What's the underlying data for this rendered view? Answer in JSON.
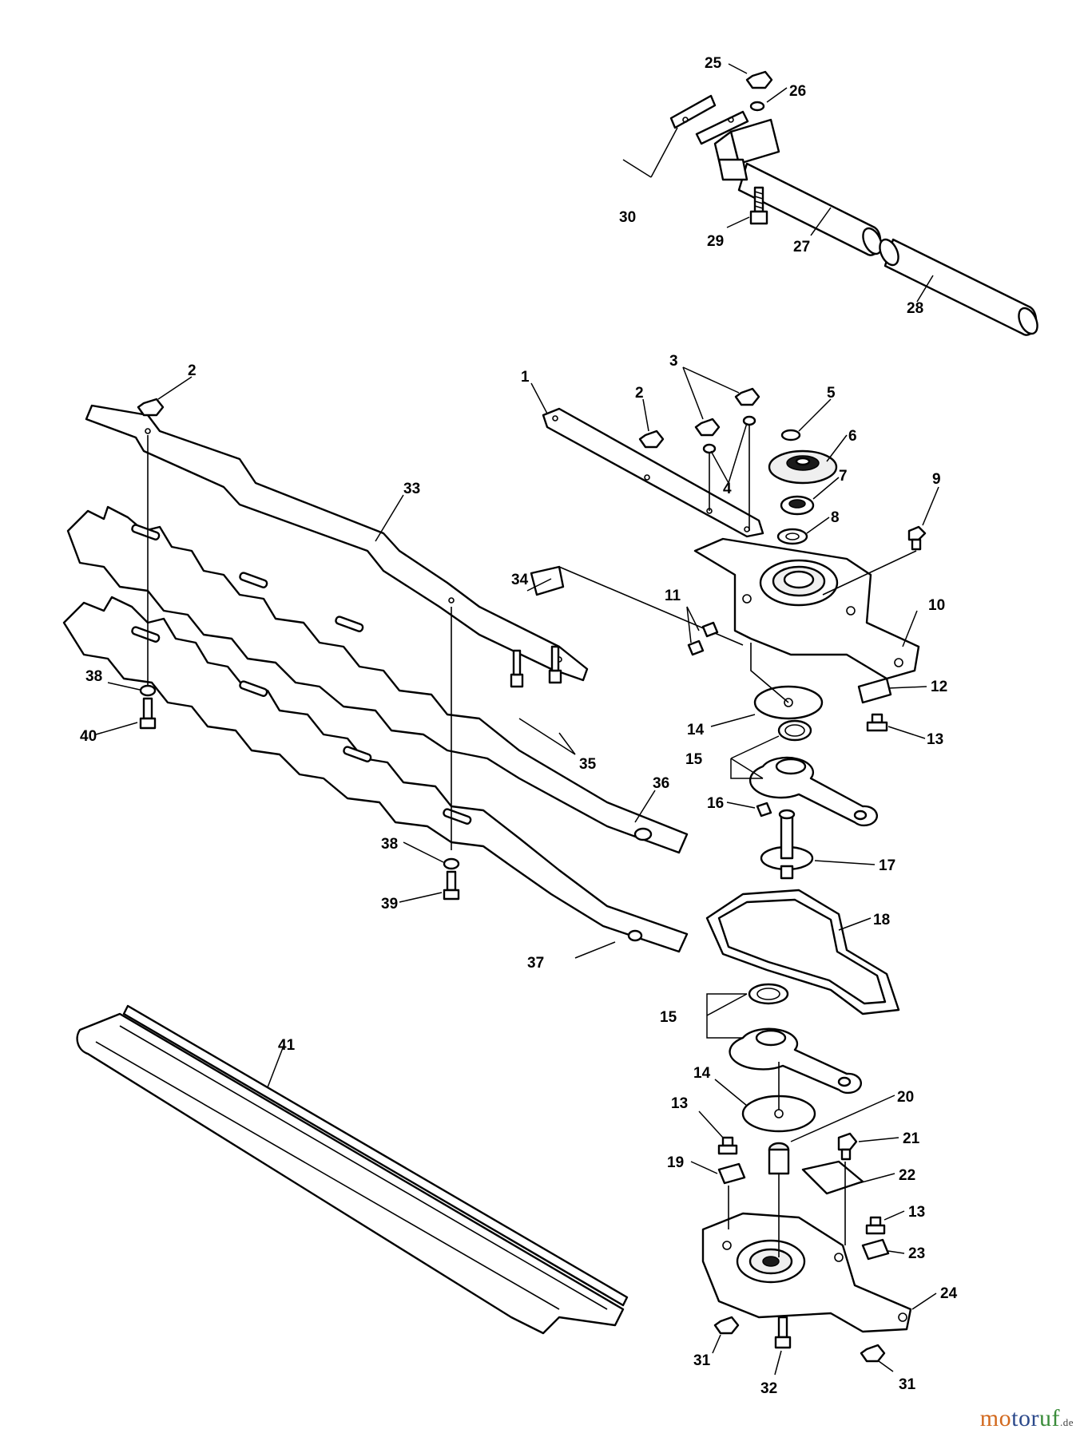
{
  "watermark": {
    "text": "motoruf",
    "tld": ".de"
  },
  "callouts": [
    "1",
    "2",
    "3",
    "4",
    "5",
    "6",
    "7",
    "8",
    "9",
    "10",
    "11",
    "12",
    "13",
    "14",
    "15",
    "16",
    "17",
    "18",
    "19",
    "20",
    "21",
    "22",
    "23",
    "24",
    "25",
    "26",
    "27",
    "28",
    "29",
    "30",
    "31",
    "32",
    "33",
    "34",
    "35",
    "36",
    "37",
    "38",
    "39",
    "40",
    "41"
  ],
  "colors": {
    "line": "#000000",
    "background": "#ffffff",
    "logo_orange": "#d2691e",
    "logo_blue": "#2c4a8c",
    "logo_green": "#3a8c3a"
  }
}
